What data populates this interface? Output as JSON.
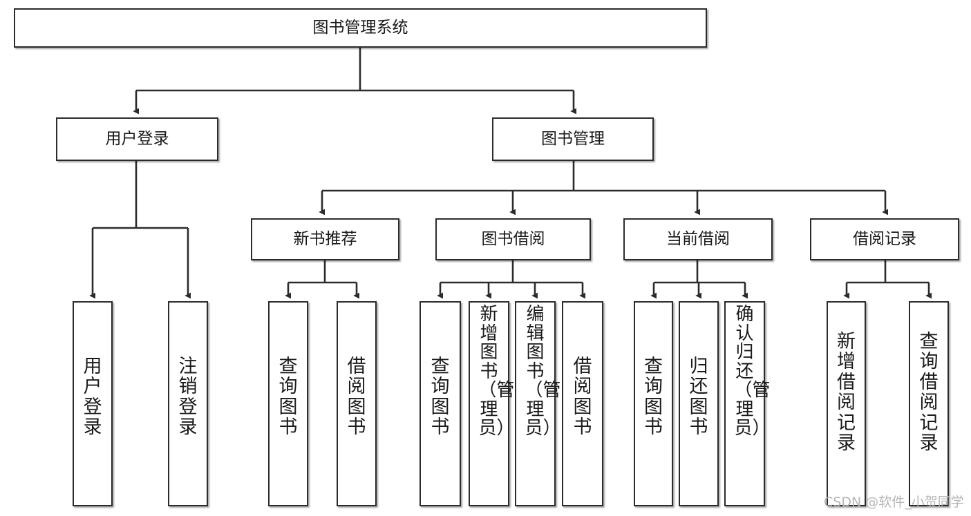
{
  "diagram": {
    "type": "tree-hierarchy",
    "title": "图书管理系统",
    "watermark": "CSDN @软件_小贺同学",
    "colors": {
      "box_border": "#2b2b2b",
      "box_fill": "#ffffff",
      "connector": "#2b2b2b",
      "text": "#1a1a1a",
      "watermark": "#b6b6b6"
    },
    "root": {
      "label": "图书管理系统"
    },
    "level2": [
      {
        "label": "用户登录"
      },
      {
        "label": "图书管理"
      }
    ],
    "level3": [
      {
        "label": "新书推荐"
      },
      {
        "label": "图书借阅"
      },
      {
        "label": "当前借阅"
      },
      {
        "label": "借阅记录"
      }
    ],
    "leaves": {
      "user_login": [
        {
          "label": "用户登录"
        },
        {
          "label": "注销登录"
        }
      ],
      "new_book_recommend": [
        {
          "label": "查询图书"
        },
        {
          "label": "借阅图书"
        }
      ],
      "book_borrow": [
        {
          "label": "查询图书"
        },
        {
          "label": "新增图书（管理员）"
        },
        {
          "label": "编辑图书（管理员）"
        },
        {
          "label": "借阅图书"
        }
      ],
      "current_borrow": [
        {
          "label": "查询图书"
        },
        {
          "label": "归还图书"
        },
        {
          "label": "确认归还（管理员）"
        }
      ],
      "borrow_record": [
        {
          "label": "新增借阅记录"
        },
        {
          "label": "查询借阅记录"
        }
      ]
    }
  }
}
